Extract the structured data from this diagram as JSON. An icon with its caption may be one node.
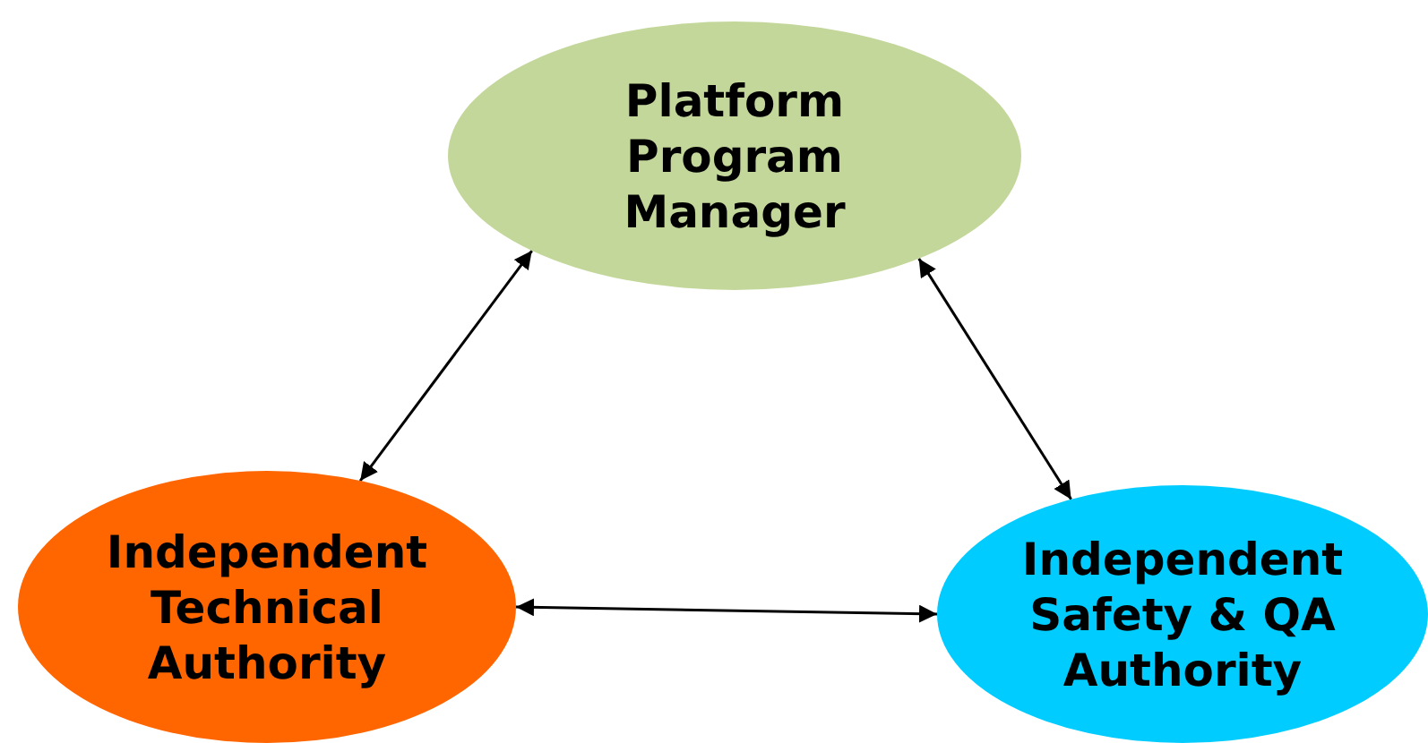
{
  "diagram": {
    "nodes": [
      {
        "text": [
          "Platform Program Manager"
        ]
      },
      {
        "text": [
          "Independent Technical Authority"
        ]
      },
      {
        "text": [
          "Independent Safety & QA Authority"
        ]
      }
    ],
    "edges": [
      {
        "from": 0,
        "to": 1,
        "arrow": "both"
      },
      {
        "from": 0,
        "to": 2,
        "arrow": "both"
      },
      {
        "from": 1,
        "to": 2,
        "arrow": "both"
      }
    ]
  }
}
